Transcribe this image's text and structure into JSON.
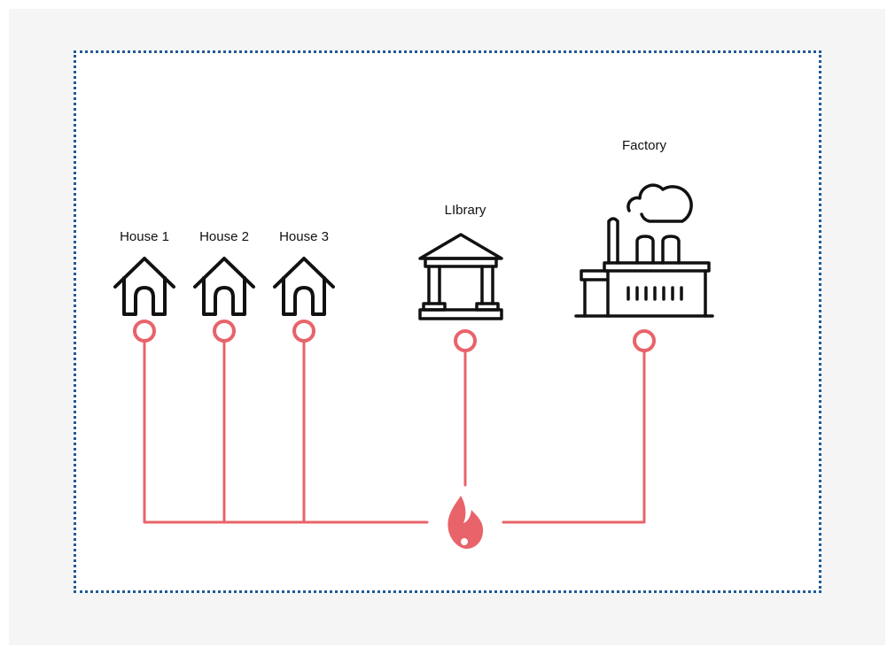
{
  "nodes": [
    {
      "id": "house1",
      "label": "House 1",
      "icon": "house-icon"
    },
    {
      "id": "house2",
      "label": "House 2",
      "icon": "house-icon"
    },
    {
      "id": "house3",
      "label": "House 3",
      "icon": "house-icon"
    },
    {
      "id": "library",
      "label": "LIbrary",
      "icon": "library-icon"
    },
    {
      "id": "factory",
      "label": "Factory",
      "icon": "factory-icon"
    }
  ],
  "source": {
    "icon": "flame-icon"
  },
  "colors": {
    "pipe": "#e8636a",
    "icon_stroke": "#111111",
    "frame_border": "#1f5a95",
    "canvas_bg": "#f5f5f5"
  }
}
